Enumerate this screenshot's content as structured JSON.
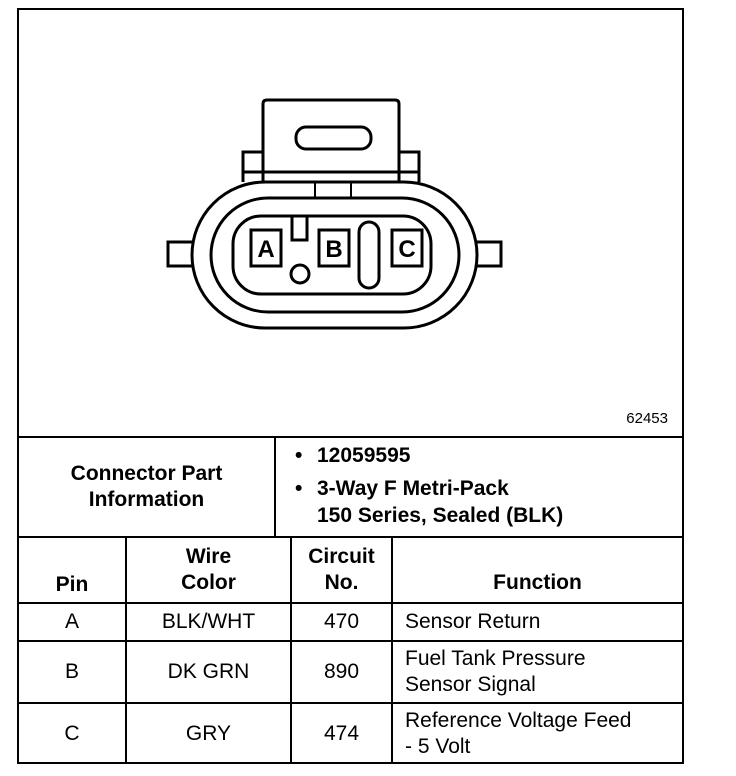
{
  "figure": {
    "number": "62453",
    "pin_labels": [
      "A",
      "B",
      "C"
    ]
  },
  "part_info": {
    "label_line1": "Connector Part",
    "label_line2": "Information",
    "items": [
      {
        "text": "12059595"
      },
      {
        "text": "3-Way F Metri-Pack",
        "text2": "150 Series, Sealed (BLK)"
      }
    ]
  },
  "table": {
    "headers": {
      "pin": "Pin",
      "wire_color_1": "Wire",
      "wire_color_2": "Color",
      "circuit_1": "Circuit",
      "circuit_2": "No.",
      "function": "Function"
    },
    "rows": [
      {
        "pin": "A",
        "wire": "BLK/WHT",
        "circuit": "470",
        "function": [
          "Sensor Return"
        ]
      },
      {
        "pin": "B",
        "wire": "DK GRN",
        "circuit": "890",
        "function": [
          "Fuel Tank Pressure",
          "Sensor Signal"
        ]
      },
      {
        "pin": "C",
        "wire": "GRY",
        "circuit": "474",
        "function": [
          "Reference Voltage Feed",
          "- 5 Volt"
        ]
      }
    ]
  }
}
